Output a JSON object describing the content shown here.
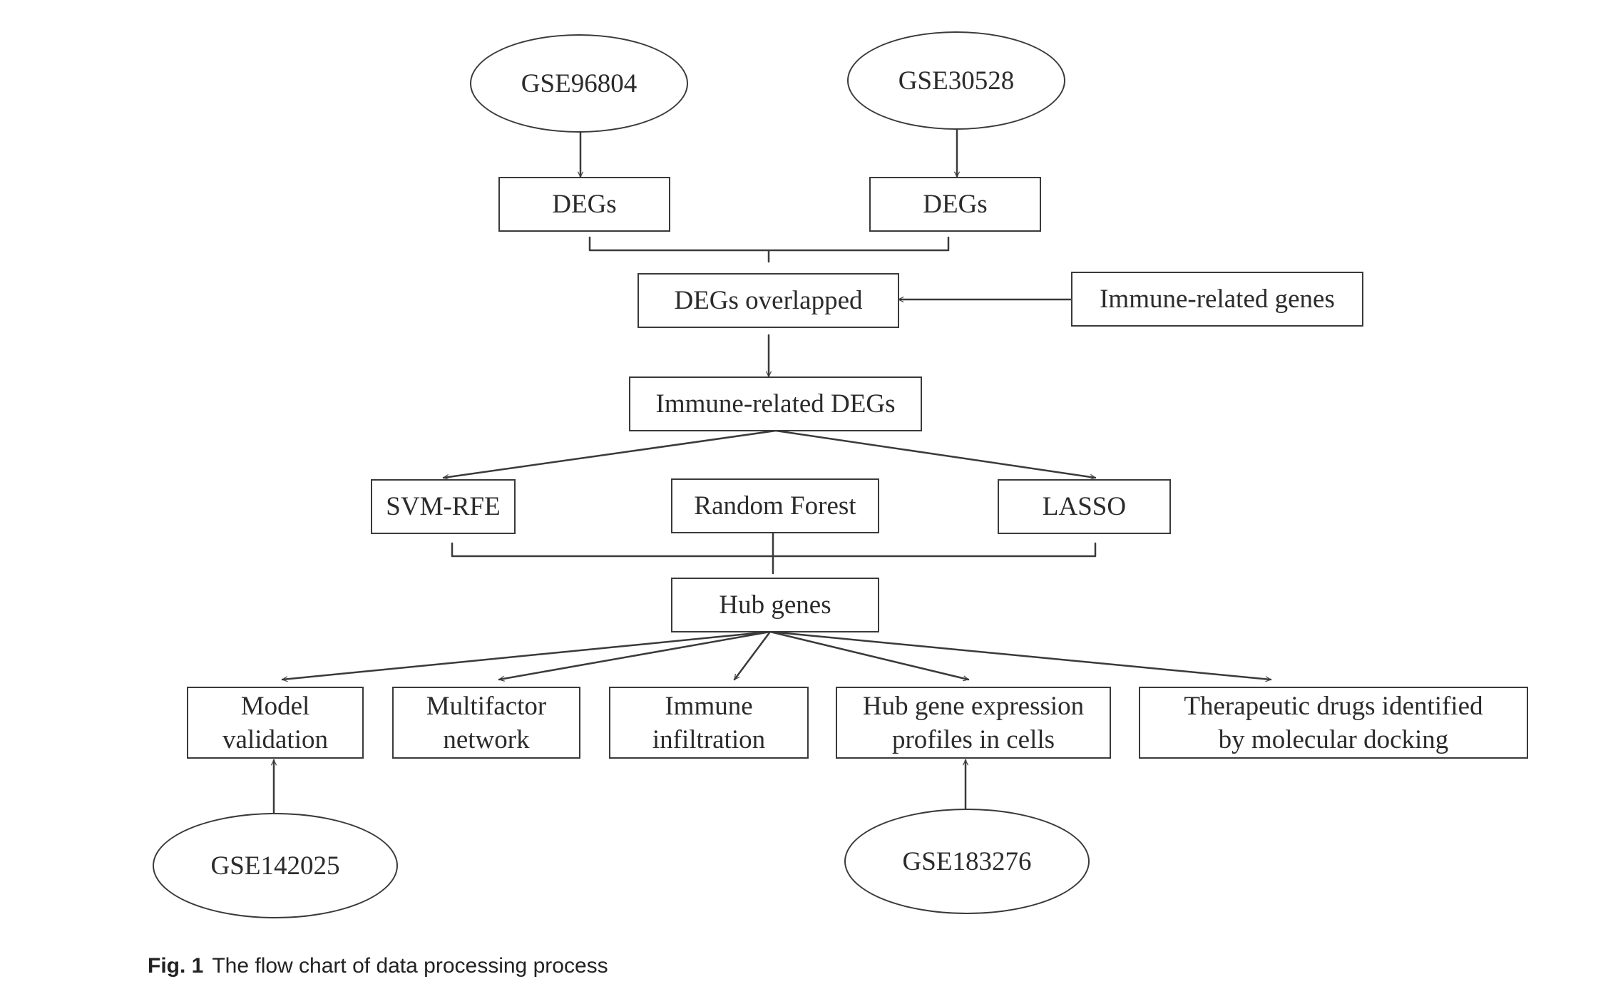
{
  "nodes": {
    "gse96804": "GSE96804",
    "gse30528": "GSE30528",
    "degs_left": "DEGs",
    "degs_right": "DEGs",
    "degs_overlapped": "DEGs overlapped",
    "immune_related_genes": "Immune-related genes",
    "immune_related_degs": "Immune-related DEGs",
    "svm_rfe": "SVM-RFE",
    "random_forest": "Random Forest",
    "lasso": "LASSO",
    "hub_genes": "Hub genes",
    "model_validation": "Model\nvalidation",
    "multifactor_network": "Multifactor\nnetwork",
    "immune_infiltration": "Immune\ninfiltration",
    "hub_gene_expression": "Hub gene expression\nprofiles in cells",
    "therapeutic_drugs": "Therapeutic drugs identified\nby molecular docking",
    "gse142025": "GSE142025",
    "gse183276": "GSE183276"
  },
  "caption": {
    "label": "Fig. 1",
    "text": "The flow chart of data processing process"
  },
  "colors": {
    "stroke": "#3a3a3a",
    "text": "#2b2b2b"
  }
}
